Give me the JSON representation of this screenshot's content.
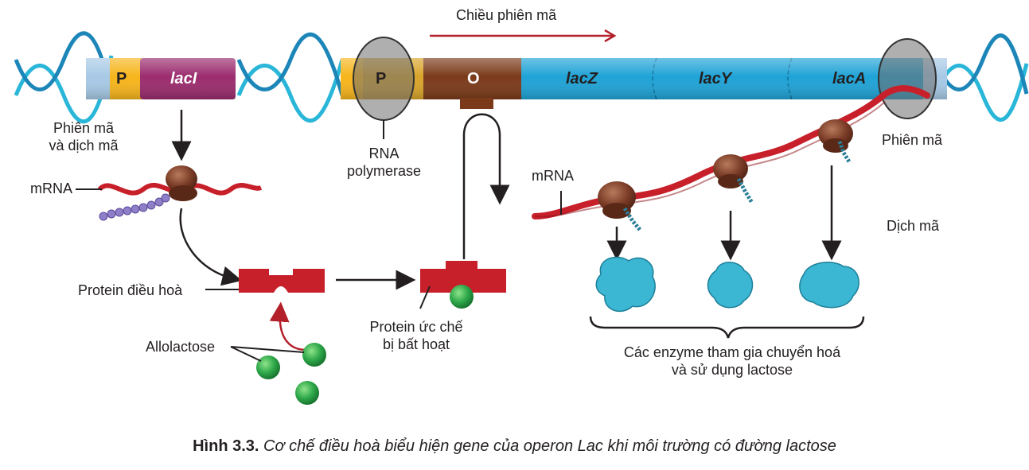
{
  "direction_label": "Chiều phiên mã",
  "operon": {
    "promoter_label": "P",
    "operator_label": "O",
    "genes": [
      "lacZ",
      "lacY",
      "lacA"
    ]
  },
  "regulator": {
    "promoter_label": "P",
    "gene_label": "lacI"
  },
  "labels": {
    "transcription_translation": [
      "Phiên mã",
      "và dịch mã"
    ],
    "mrna_left": "mRNA",
    "mrna_right": "mRNA",
    "rna_polymerase": [
      "RNA",
      "polymerase"
    ],
    "transcription_right": "Phiên mã",
    "translation_right": "Dịch mã",
    "regulatory_protein": "Protein điều hoà",
    "allolactose": "Allolactose",
    "inactive_repressor": [
      "Protein ức chế",
      "bị bất hoạt"
    ],
    "enzymes": [
      "Các enzyme tham gia chuyển hoá",
      "và sử dụng lactose"
    ]
  },
  "caption": {
    "number": "Hình 3.3.",
    "text": "Cơ chế điều hoà biểu hiện gene của operon Lac khi môi trường có đường lactose"
  },
  "colors": {
    "dna_blue": "#29b6d8",
    "promoter_yellow": "#f7b51c",
    "laci_purple": "#9b2c6e",
    "operator_brown": "#7b3a1a",
    "gene_blue": "#1fa3d6",
    "protein_red": "#c8202a",
    "allolactose_green": "#2ea84a",
    "arrow_dark_red": "#b3202a",
    "enzyme_cyan": "#3bb6d3"
  }
}
